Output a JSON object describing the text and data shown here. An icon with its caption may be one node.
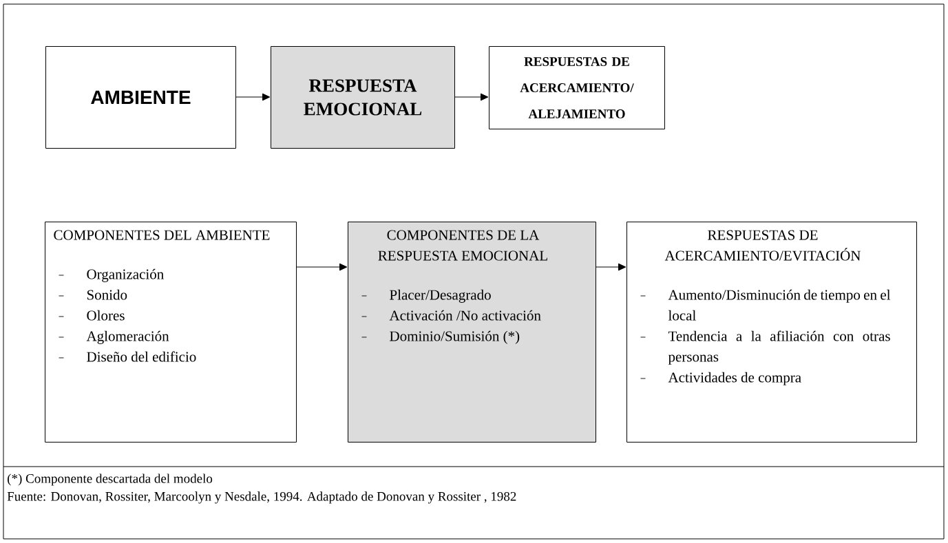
{
  "diagram": {
    "nodes": [
      {
        "text": [
          "AMBIENTE"
        ]
      },
      {
        "text": [
          "RESPUESTA EMOCIONAL"
        ]
      },
      {
        "text": [
          "RESPUESTAS DE ACERCAMIENTO/ ALEJAMIENTO"
        ]
      },
      {
        "text": [
          "COMPONENTES DEL AMBIENTE",
          "Organización",
          "Sonido",
          "Olores",
          "Aglomeración",
          "Diseño del edificio"
        ]
      },
      {
        "text": [
          "COMPONENTES DE LA RESPUESTA EMOCIONAL",
          "Placer/Desagrado",
          "Activación /No activación",
          "Dominio/Sumisión (*)"
        ]
      },
      {
        "text": [
          "RESPUESTAS DE ACERCAMIENTO/EVITACIÓN",
          "Aumento/Disminución de tiempo en el local",
          "Tendencia a la afiliación con otras personas",
          "Actividades de compra"
        ]
      }
    ],
    "edges": [
      {
        "from": 0,
        "to": 1,
        "arrow": "to"
      },
      {
        "from": 1,
        "to": 2,
        "arrow": "to"
      },
      {
        "from": 3,
        "to": 4,
        "arrow": "to"
      },
      {
        "from": 4,
        "to": 5,
        "arrow": "to"
      }
    ],
    "labels": [
      "(*)  Componente descartada del modelo",
      "Fuente: Donovan, Rossiter, Marcoolyn y Nesdale, 1994. Adaptado de Donovan y Rossiter , 1982"
    ]
  }
}
